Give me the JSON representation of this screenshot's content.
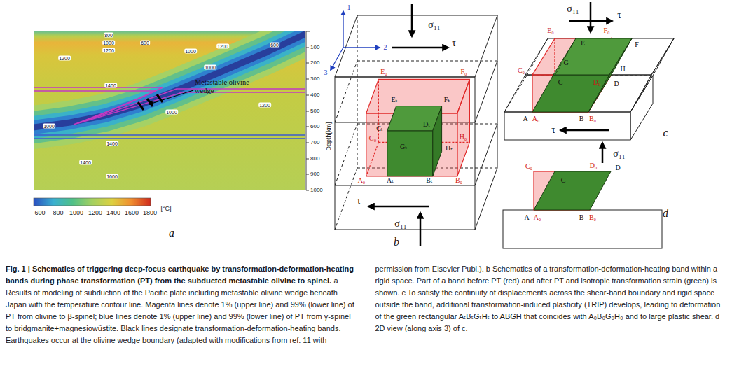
{
  "diagram": {
    "title": "Fig. 1 | Schematics of triggering deep-focus earthquake by transformation-deformation-heating bands during phase transformation (PT) from the subducted metastable olivine to spinel.",
    "caption": "a Results of modeling of subduction of the Pacific plate including metastable olivine wedge beneath Japan with the temperature contour line. Magenta lines denote 1% (upper line) and 99% (lower line) of PT from olivine to β-spinel; blue lines denote 1% (upper line) and 99% (lower line) of PT from γ-spinel to bridgmanite+magnesiowüstite. Black lines designate transformation-deformation-heating bands. Earthquakes occur at the olivine wedge boundary (adapted with modifications from ref. 11 with permission from Elsevier Publ.). b Schematics of a transformation-deformation-heating band within a rigid space. Part of a band before PT (red) and after PT and isotropic transformation strain (green) is shown. c To satisfy the continuity of displacements across the shear-band boundary and rigid space outside the band, additional transformation-induced plasticity (TRIP) develops, leading to deformation of the green rectangular AₜBₜGₜHₜ to ABGH that coincides with A₀B₀G₀H₀ and to large plastic shear. d 2D view (along axis 3) of c.",
    "labels": [
      "1200",
      "800",
      "1000",
      "1200",
      "600",
      "1000",
      "1200",
      "600",
      "1000",
      "1400",
      "1000",
      "1400",
      "1200",
      "1400",
      "1600",
      "1000",
      "Metastable olivine wedge",
      "100",
      "200",
      "300",
      "400",
      "500",
      "600",
      "700",
      "800",
      "900",
      "1000",
      "Depth[km]",
      "600",
      "800",
      "1000",
      "1200",
      "1400",
      "1600",
      "1800",
      "[°C]",
      "a",
      "1",
      "2",
      "3",
      "σ₁₁",
      "τ",
      "E₀",
      "F₀",
      "Eₜ",
      "Fₜ",
      "G₀",
      "Gₜ",
      "H₀",
      "Hₜ",
      "Cₜ",
      "Dₜ",
      "A₀",
      "Aₜ",
      "Bₜ",
      "B₀",
      "τ",
      "σ₁₁",
      "b",
      "σ₁₁",
      "τ",
      "E₀",
      "F₀",
      "E",
      "F",
      "G",
      "C₀",
      "C",
      "D₀",
      "H",
      "D",
      "A",
      "A₀",
      "B",
      "B₀",
      "τ",
      "σ₁₁",
      "c",
      "C₀",
      "C",
      "D₀",
      "D",
      "A",
      "A₀",
      "B",
      "B₀",
      "d"
    ]
  }
}
